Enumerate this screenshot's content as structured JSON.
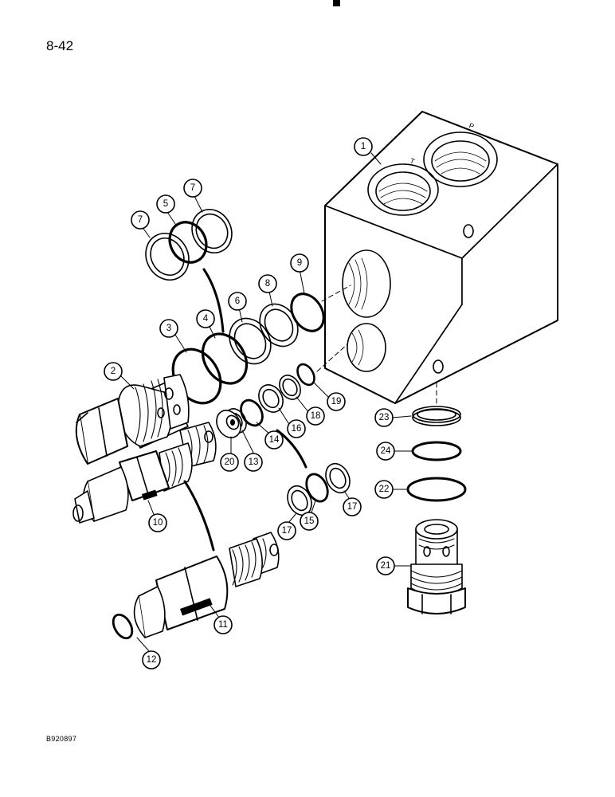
{
  "page": {
    "number": "8-42",
    "figure_id": "B920897"
  },
  "colors": {
    "ink": "#000000",
    "paper": "#ffffff"
  },
  "callouts": [
    "1",
    "7",
    "5",
    "7",
    "9",
    "8",
    "6",
    "4",
    "3",
    "2",
    "19",
    "18",
    "16",
    "14",
    "20",
    "13",
    "10",
    "23",
    "24",
    "22",
    "17",
    "15",
    "17",
    "21",
    "11",
    "12"
  ]
}
